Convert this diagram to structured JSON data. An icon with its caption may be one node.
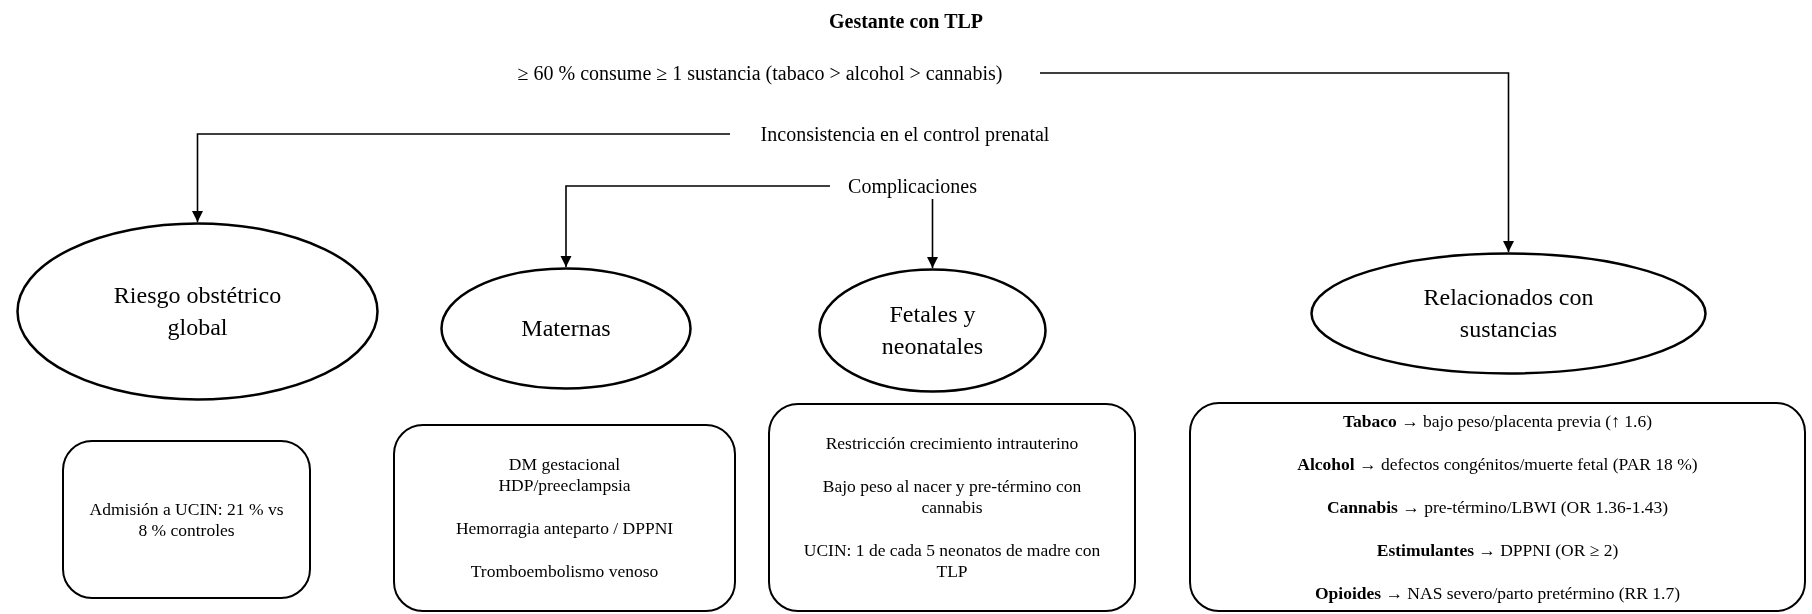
{
  "diagram": {
    "title": "Gestante con TLP",
    "nodes": [
      {
        "text": [
          "≥ 60 % consume ≥ 1 sustancia (tabaco > alcohol > cannabis)"
        ]
      },
      {
        "text": [
          "Inconsistencia en el control prenatal"
        ]
      },
      {
        "text": [
          "Complicaciones"
        ]
      },
      {
        "text": [
          "Riesgo obstétrico global"
        ]
      },
      {
        "text": [
          "Maternas"
        ]
      },
      {
        "text": [
          "Fetales y neonatales"
        ]
      },
      {
        "text": [
          "Relacionados con sustancias"
        ]
      },
      {
        "text": [
          "Admisión a UCIN: 21 % vs 8 % controles"
        ]
      },
      {
        "text": [
          "DM gestacional",
          "HDP/preeclampsia",
          "Hemorragia anteparto / DPPNI",
          "Tromboembolismo venoso"
        ]
      },
      {
        "text": [
          "Restricción crecimiento intrauterino",
          "Bajo peso al nacer y pre-término con cannabis",
          "UCIN: 1 de cada 5 neonatos de madre con TLP"
        ]
      },
      {
        "text": [
          "**Tabaco** → bajo peso/placenta previa (↑ 1.6)",
          "**Alcohol** → defectos congénitos/muerte fetal (PAR 18 %)",
          "**Cannabis** → pre-término/LBWI (OR 1.36-1.43)",
          "**Estimulantes** → DPPNI (OR ≥ 2)",
          "**Opioides** → NAS severo/parto pretérmino (RR 1.7)"
        ]
      }
    ],
    "edges": [
      {
        "from": 0,
        "to": 6,
        "arrow": "to"
      },
      {
        "from": 1,
        "to": 3,
        "arrow": "to"
      },
      {
        "from": 2,
        "to": 4,
        "arrow": "to"
      },
      {
        "from": 2,
        "to": 5,
        "arrow": "to"
      }
    ]
  }
}
